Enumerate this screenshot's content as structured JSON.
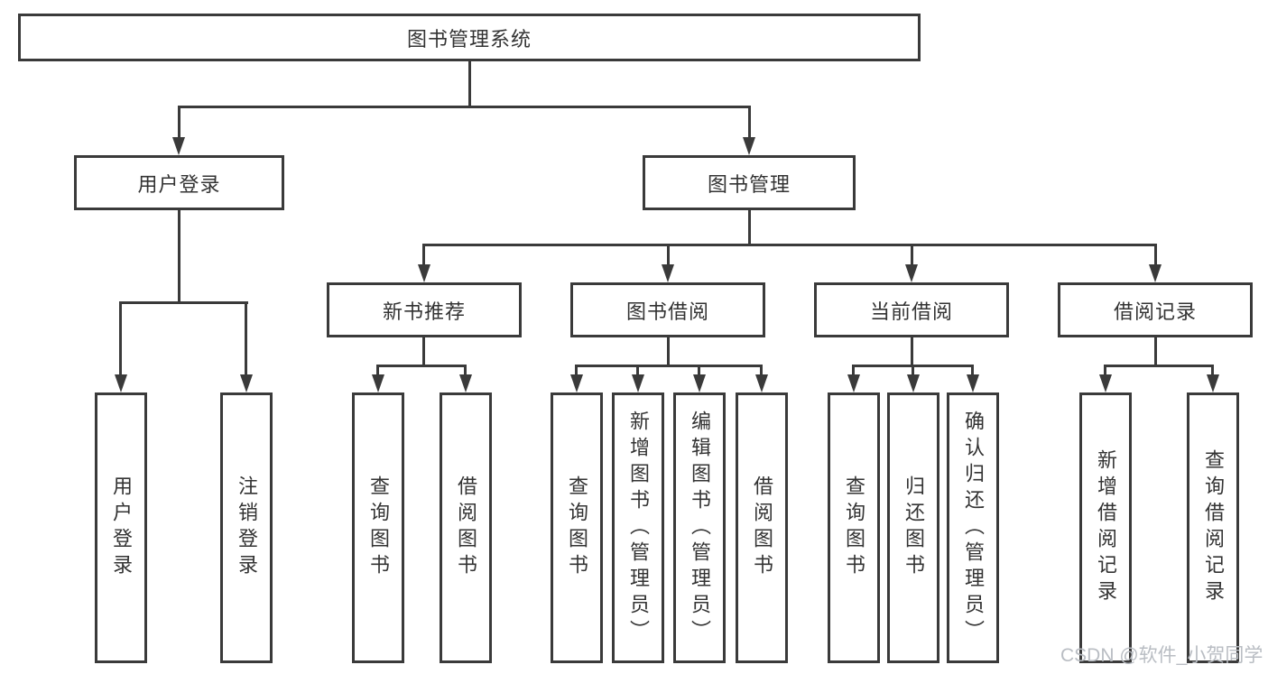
{
  "diagram_title": "图书管理系统",
  "tree": {
    "root": {
      "label": "图书管理系统"
    },
    "branches": [
      {
        "label": "用户登录",
        "children": [
          {
            "label": "用户登录"
          },
          {
            "label": "注销登录"
          }
        ]
      },
      {
        "label": "图书管理",
        "children": [
          {
            "label": "新书推荐",
            "children": [
              {
                "label": "查询图书"
              },
              {
                "label": "借阅图书"
              }
            ]
          },
          {
            "label": "图书借阅",
            "children": [
              {
                "label": "查询图书"
              },
              {
                "label": "新增图书（管理员）"
              },
              {
                "label": "编辑图书（管理员）"
              },
              {
                "label": "借阅图书"
              }
            ]
          },
          {
            "label": "当前借阅",
            "children": [
              {
                "label": "查询图书"
              },
              {
                "label": "归还图书"
              },
              {
                "label": "确认归还（管理员）"
              }
            ]
          },
          {
            "label": "借阅记录",
            "children": [
              {
                "label": "新增借阅记录"
              },
              {
                "label": "查询借阅记录"
              }
            ]
          }
        ]
      }
    ]
  },
  "watermark": {
    "text": "CSDN @软件_小贺同学"
  },
  "colors": {
    "line": "#3a3a3a",
    "text": "#333333",
    "box_background": "#ffffff",
    "page_background": "#ffffff",
    "watermark": "#b9bdc3"
  }
}
